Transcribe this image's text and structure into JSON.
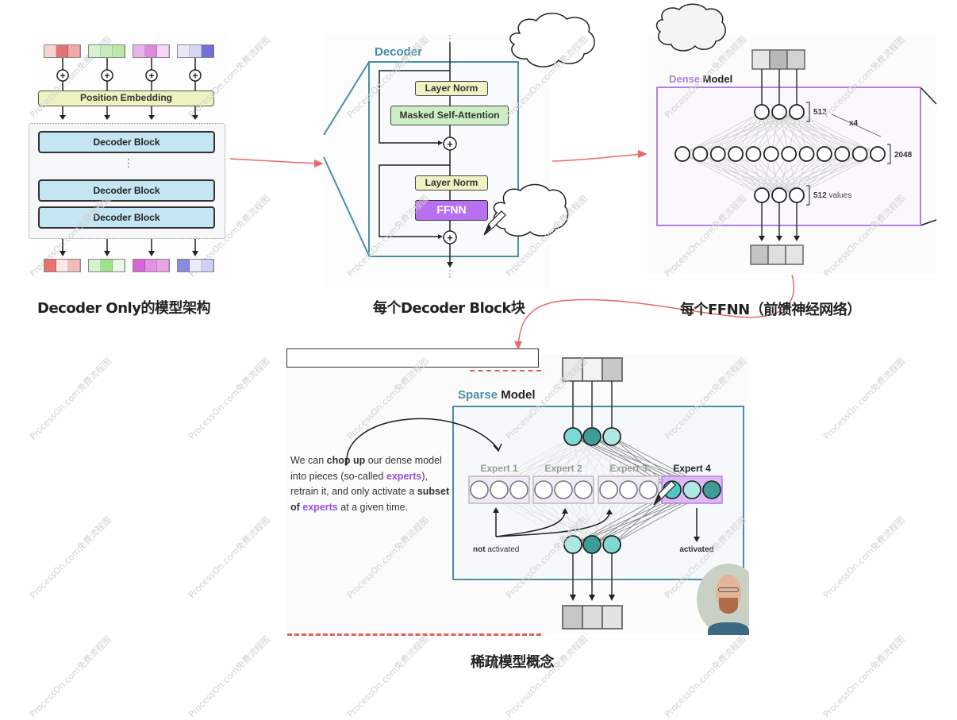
{
  "captions": {
    "decoder_only": "Decoder Only的模型架构",
    "decoder_block": "每个Decoder Block块",
    "ffnn": "每个FFNN（前馈神经网络）",
    "sparse": "稀疏模型概念"
  },
  "decoder_only": {
    "position_embedding": "Position Embedding",
    "blocks": [
      "Decoder Block",
      "Decoder Block",
      "Decoder Block"
    ],
    "ellipsis": "⋮",
    "plus_symbol": "+",
    "input_tokens": [
      [
        "#f7d4d4",
        "#e57373",
        "#f0a8a8"
      ],
      [
        "#d4f2cc",
        "#c6edbb",
        "#b9e8ab"
      ],
      [
        "#ebb2ea",
        "#e08ade",
        "#f5d6f4"
      ],
      [
        "#e9e9fb",
        "#d6d6f5",
        "#7070d8"
      ]
    ],
    "output_tokens": [
      [
        "#e57373",
        "#fbe8e8",
        "#f3bcbc"
      ],
      [
        "#d4f2cc",
        "#9ee08c",
        "#eaf8e6"
      ],
      [
        "#d864d6",
        "#e590e3",
        "#e9a3e7"
      ],
      [
        "#8a8ae0",
        "#ebebfb",
        "#cfcff3"
      ]
    ]
  },
  "decoder_block": {
    "title": "Decoder",
    "layer_norm_1": "Layer Norm",
    "attention": "Masked Self-Attention",
    "layer_norm_2": "Layer Norm",
    "ffnn": "FFNN",
    "plus_symbol": "+"
  },
  "dense_model": {
    "title_accent": "Dense",
    "title_rest": " Model",
    "label_input": "512",
    "label_multiplier": "x4",
    "label_hidden": "2048",
    "label_output": "512 values",
    "input_cells": [
      "#e6e6e6",
      "#b8b8b8",
      "#d2d2d2"
    ],
    "output_cells": [
      "#c4c4c4",
      "#dedede",
      "#e4e4e4"
    ],
    "hidden_neuron_count": 12
  },
  "sparse_model": {
    "title_accent": "Sparse",
    "title_rest": " Model",
    "explanation_parts": [
      {
        "text": "We can ",
        "style": "normal"
      },
      {
        "text": "chop up",
        "style": "bold"
      },
      {
        "text": " our dense model into pieces (so-called ",
        "style": "normal"
      },
      {
        "text": "experts",
        "style": "accent"
      },
      {
        "text": "), retrain it, and only activate a ",
        "style": "normal"
      },
      {
        "text": "subset of ",
        "style": "bold"
      },
      {
        "text": "experts",
        "style": "accent"
      },
      {
        "text": " at a given time.",
        "style": "normal"
      }
    ],
    "experts": [
      {
        "label": "Expert 1",
        "active": false
      },
      {
        "label": "Expert 2",
        "active": false
      },
      {
        "label": "Expert 3",
        "active": false
      },
      {
        "label": "Expert 4",
        "active": true
      }
    ],
    "not_activated_bold": "not",
    "not_activated_rest": " activated",
    "activated": "activated",
    "input_cells": [
      "#ebebeb",
      "#f3f3f3",
      "#c8c8c8"
    ],
    "output_cells": [
      "#c6c6c6",
      "#dcdcdc",
      "#e2e2e2"
    ]
  },
  "colors": {
    "connector_red": "#e86a6a",
    "teal_border": "#4a8fa0",
    "purple_border": "#b57fe0",
    "accent_purple": "#9b4fe3",
    "ffnn_purple": "#b86ff0",
    "layer_norm_yellow": "#eff2c2",
    "attention_green": "#cdeec4",
    "teal_light": "#7dd9d3",
    "teal_dark": "#3f9d98",
    "teal_pale": "#aee8e3"
  },
  "watermark": "ProcessOn.com免费流程图"
}
